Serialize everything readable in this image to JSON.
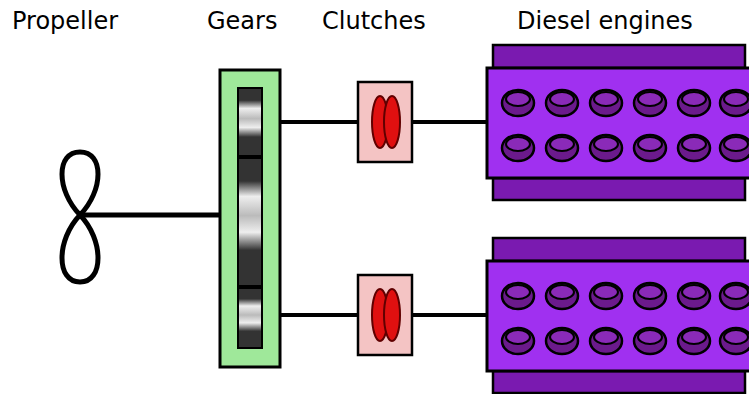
{
  "diagram": {
    "labels": [
      "Propeller",
      "Gears",
      "Clutches",
      "Diesel engines"
    ]
  }
}
